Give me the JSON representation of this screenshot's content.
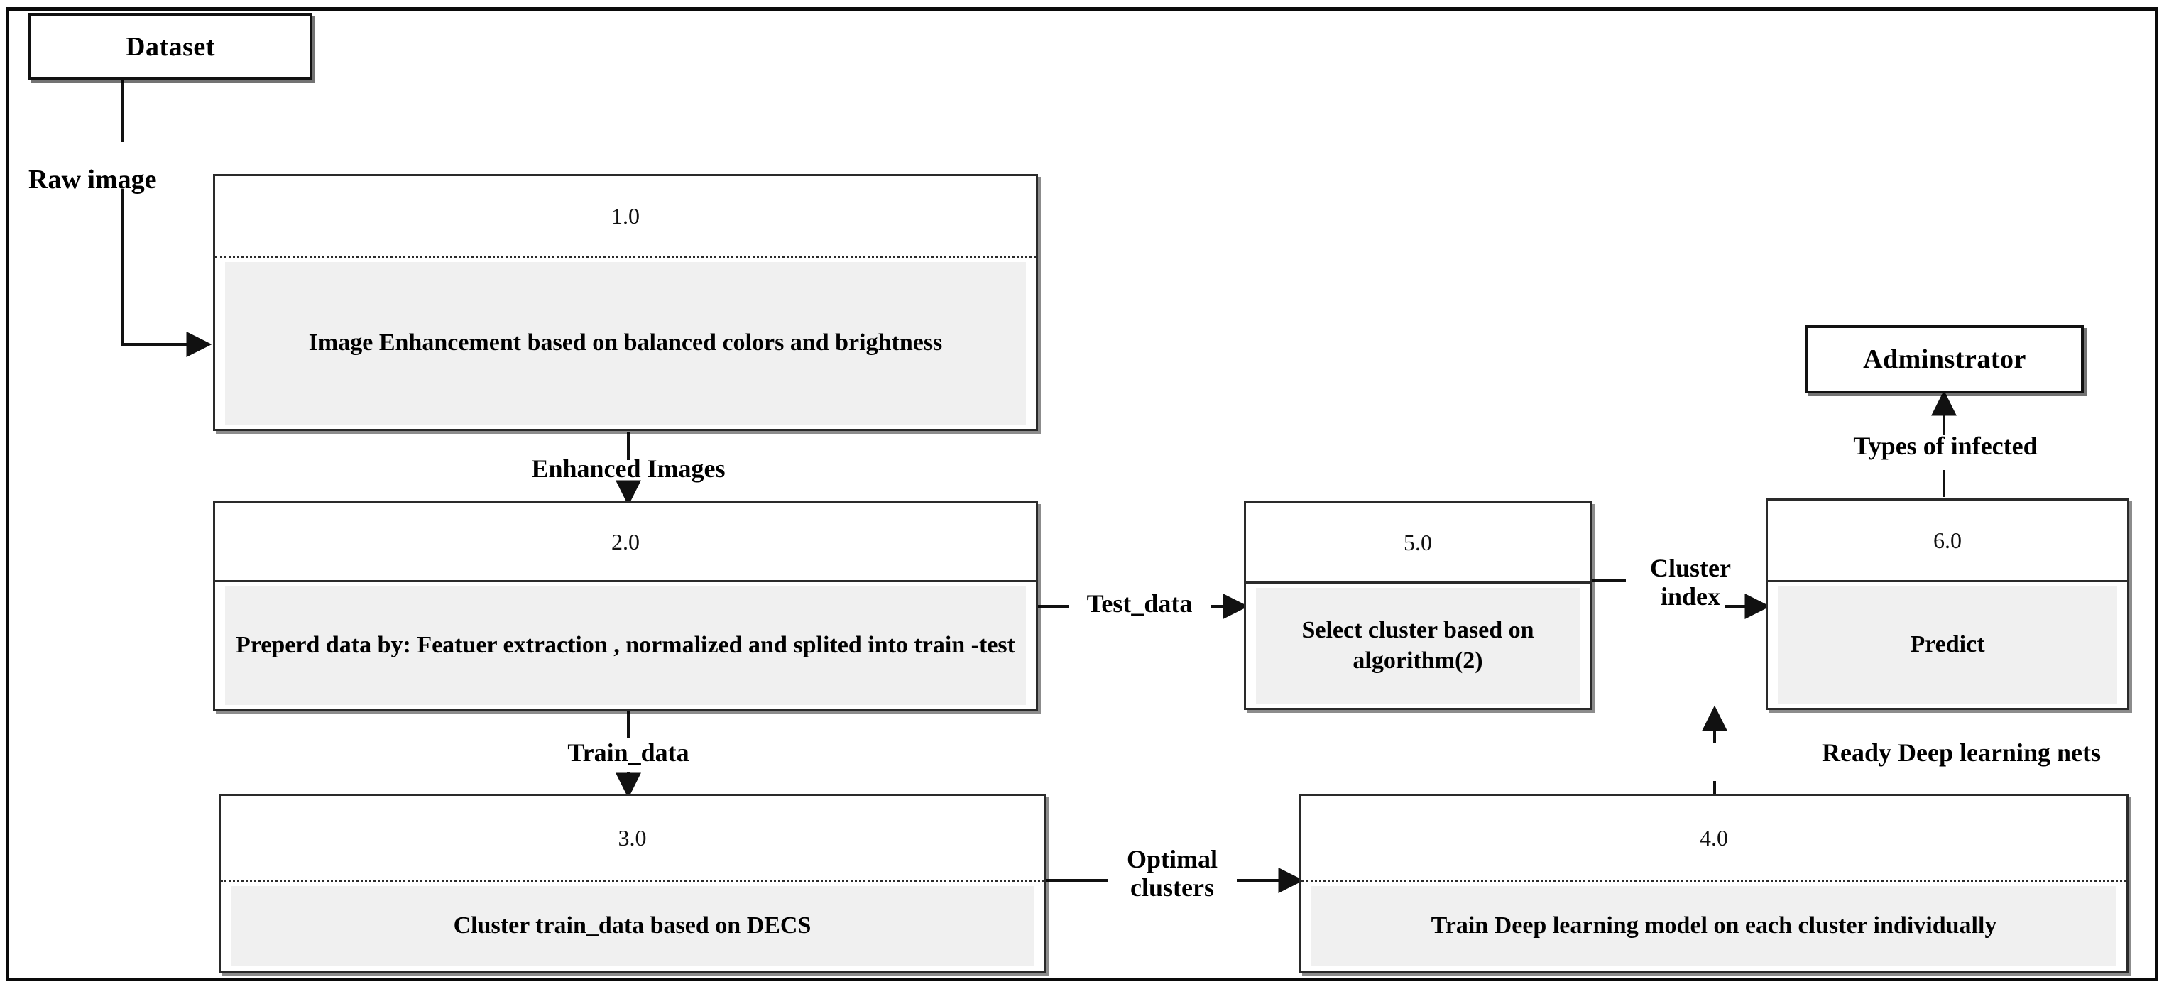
{
  "diagram": {
    "title_visible": false,
    "type": "data-flow-diagram",
    "colors": {
      "frame": "#0a0a0a",
      "box_border": "#2a2a2a",
      "process_body_fill": "#f0f0f0",
      "text": "#000000",
      "background": "#ffffff"
    }
  },
  "entities": [
    {
      "id": "dataset",
      "label": "Dataset"
    },
    {
      "id": "administrator",
      "label": "Adminstrator"
    }
  ],
  "processes": [
    {
      "id": "p1",
      "number": "1.0",
      "text": "Image Enhancement based on balanced colors and brightness",
      "divider": "dotted"
    },
    {
      "id": "p2",
      "number": "2.0",
      "text": "Preperd data by: Featuer extraction , normalized and splited into train -test",
      "divider": "solid"
    },
    {
      "id": "p3",
      "number": "3.0",
      "text": "Cluster train_data based on DECS",
      "divider": "dotted"
    },
    {
      "id": "p4",
      "number": "4.0",
      "text": "Train Deep learning model on each cluster individually",
      "divider": "dotted"
    },
    {
      "id": "p5",
      "number": "5.0",
      "text": "Select cluster based on algorithm(2)",
      "divider": "solid"
    },
    {
      "id": "p6",
      "number": "6.0",
      "text": "Predict",
      "divider": "solid"
    }
  ],
  "flows": [
    {
      "id": "f1",
      "label": "Raw image",
      "from": "dataset",
      "to": "p1"
    },
    {
      "id": "f2",
      "label": "Enhanced Images",
      "from": "p1",
      "to": "p2"
    },
    {
      "id": "f3",
      "label": "Train_data",
      "from": "p2",
      "to": "p3"
    },
    {
      "id": "f4",
      "label": "Test_data",
      "from": "p2",
      "to": "p5"
    },
    {
      "id": "f5",
      "label": "Optimal\nclusters",
      "from": "p3",
      "to": "p4"
    },
    {
      "id": "f6",
      "label": "Cluster\nindex",
      "from": "p5",
      "to": "p6"
    },
    {
      "id": "f7",
      "label": "Ready Deep learning nets",
      "from": "p4",
      "to": "p6"
    },
    {
      "id": "f8",
      "label": "Types of infected",
      "from": "p6",
      "to": "administrator"
    }
  ]
}
